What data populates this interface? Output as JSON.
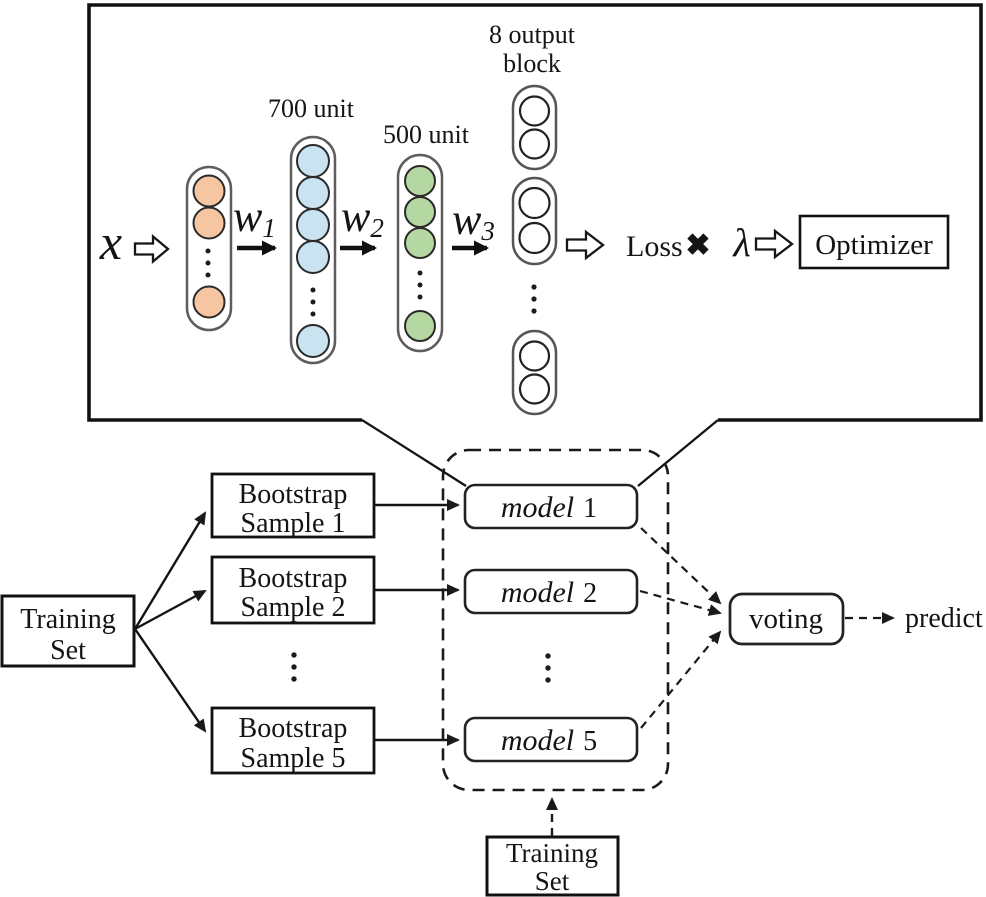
{
  "network_panel": {
    "input_symbol": "x",
    "weights": [
      {
        "base": "w",
        "sub": "1"
      },
      {
        "base": "w",
        "sub": "2"
      },
      {
        "base": "w",
        "sub": "3"
      }
    ],
    "hidden1_label": "700 unit",
    "hidden2_label": "500 unit",
    "output_label": {
      "line1": "8 output",
      "line2": "block"
    },
    "loss_label": "Loss",
    "multiply_symbol": "✖",
    "lambda_symbol": "λ",
    "optimizer_label": "Optimizer",
    "colors": {
      "input_neuron": "#f6c5a2",
      "hidden1_neuron": "#c9e3f0",
      "hidden2_neuron": "#b5d8a3"
    }
  },
  "ensemble": {
    "training_set": {
      "line1": "Training",
      "line2": "Set"
    },
    "bootstrap_samples": [
      {
        "line1": "Bootstrap",
        "line2": "Sample 1"
      },
      {
        "line1": "Bootstrap",
        "line2": "Sample 2"
      },
      {
        "line1": "Bootstrap",
        "line2": "Sample 5"
      }
    ],
    "models": [
      {
        "word": "model",
        "num": "1"
      },
      {
        "word": "model",
        "num": "2"
      },
      {
        "word": "model",
        "num": "5"
      }
    ],
    "voting_label": "voting",
    "predict_label": "predict",
    "bottom_training_set": {
      "line1": "Training",
      "line2": "Set"
    }
  }
}
